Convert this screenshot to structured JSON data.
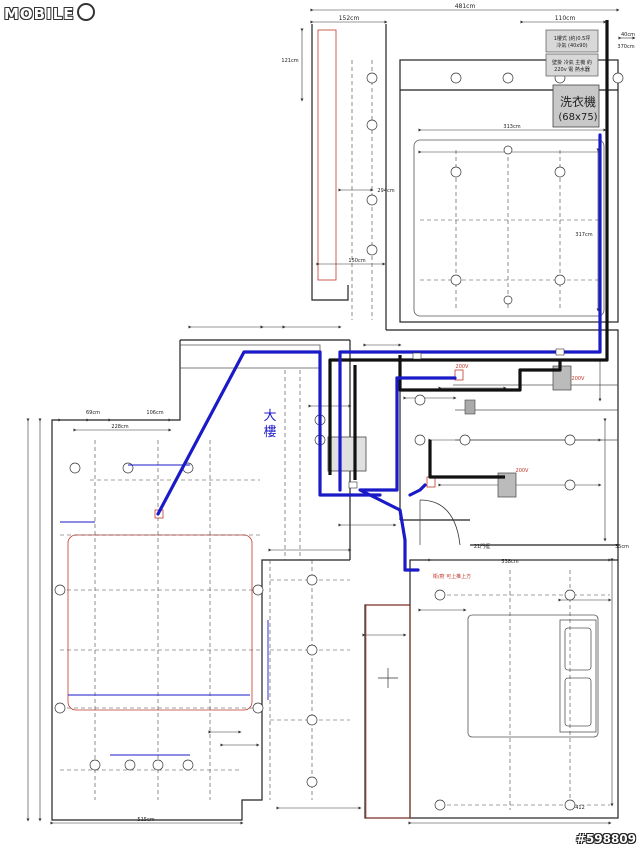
{
  "watermark": {
    "brand": "MOBILE",
    "post_id": "#598809"
  },
  "labels": {
    "washer": "洗衣機",
    "washer_size": "(68x75)",
    "staircase_line1": "大",
    "staircase_line2": "樓",
    "cabinet_note1": "1樓式 (約)0.5坪",
    "cabinet_note2": "冷氣 (40x90)",
    "cabinet_note3": "壁掛 冷氣 主機 約",
    "cabinet_note4": "220v 電 熱水器",
    "dim_top_total": "481cm",
    "dim_top_left": "152cm",
    "dim_top_right": "110cm",
    "dim_40": "40cm",
    "dim_370": "370cm",
    "dim_121": "121cm",
    "dim_313": "313cm",
    "dim_317": "317cm",
    "dim_294": "294cm",
    "dim_150": "150cm",
    "dim_228": "228cm",
    "dim_69": "69cm",
    "dim_106": "106cm",
    "dim_515": "515cm",
    "dim_538": "538cm",
    "dim_35": "35cm",
    "dim_412": "412",
    "dim_2000_a": "200V",
    "dim_2000_b": "200V",
    "dim_2000_c": "200V",
    "red_note": "衛/廚 可上推上方",
    "door_note": "21門框"
  },
  "colors": {
    "blue_pipe": "#1a1ac8",
    "black_pipe": "#111111",
    "red_outline": "#c0392b",
    "dim_line": "#333333"
  }
}
